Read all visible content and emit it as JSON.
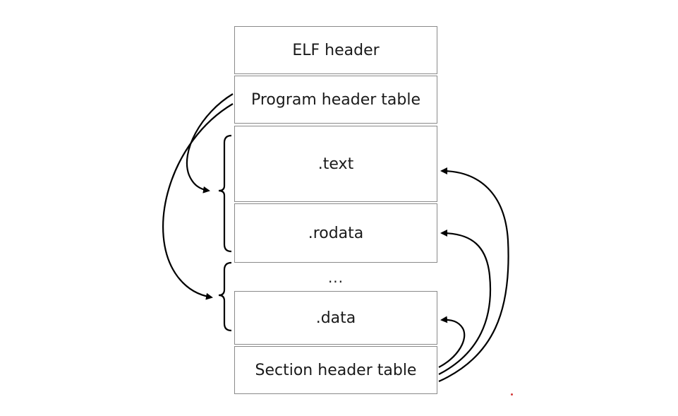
{
  "segments": [
    {
      "key": "elf_header",
      "label": "ELF header"
    },
    {
      "key": "program_header_table",
      "label": "Program header table"
    },
    {
      "key": "text",
      "label": ".text"
    },
    {
      "key": "rodata",
      "label": ".rodata"
    },
    {
      "key": "data",
      "label": ".data"
    },
    {
      "key": "section_header_table",
      "label": "Section header table"
    }
  ],
  "ellipsis": "...",
  "colors": {
    "box_border": "#8a8a8a",
    "arrow": "#000000",
    "text": "#1a1a1a"
  }
}
